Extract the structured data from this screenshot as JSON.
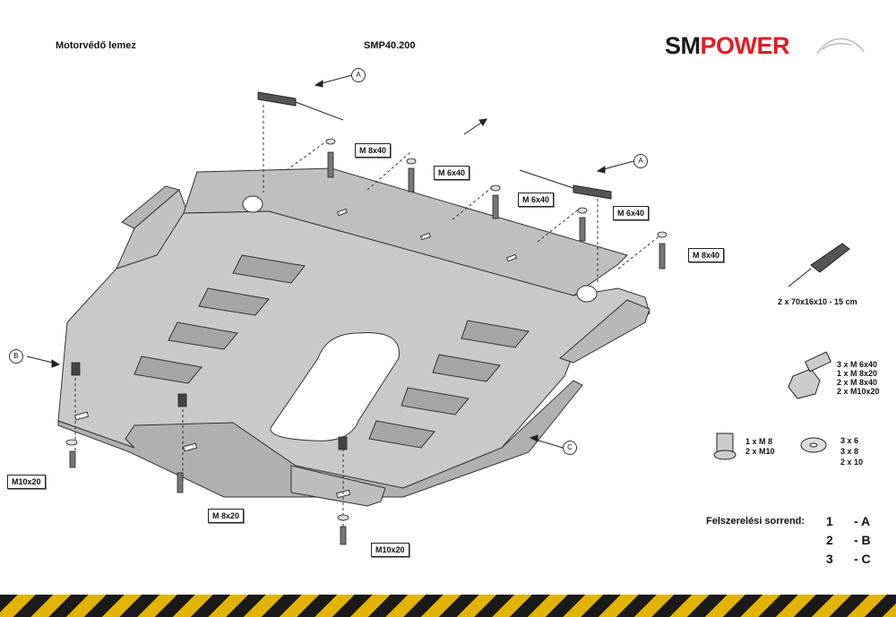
{
  "header": {
    "title": "Motorvédő lemez",
    "code": "SMP40.200"
  },
  "logo": {
    "sm": "SM",
    "power": "POWER",
    "brand_color": "#e31b23"
  },
  "callouts": {
    "A1": "A",
    "A2": "A",
    "B": "B",
    "C": "C"
  },
  "bolt_labels": {
    "m8x40_top": "M 8x40",
    "m6x40_a": "M 6x40",
    "m6x40_b": "M 6x40",
    "m6x40_c": "M 6x40",
    "m8x40_right": "M 8x40",
    "m10x20_left": "M10x20",
    "m8x20": "M 8x20",
    "m10x20_bottom": "M10x20"
  },
  "parts": {
    "bracket": "2 x 70x16x10 - 15 cm",
    "bolts": [
      "3 x  M  6x40",
      "1 x  M  8x20",
      "2 x  M  8x40",
      "2 x  M10x20"
    ],
    "nuts": [
      "1 x M  8",
      "2 x M10"
    ],
    "washers": [
      "3    x    6",
      "3    x    8",
      "2    x   10"
    ]
  },
  "order": {
    "title": "Felszerelési sorrend:",
    "steps": [
      {
        "num": "1",
        "label": "- A"
      },
      {
        "num": "2",
        "label": "- B"
      },
      {
        "num": "3",
        "label": "- C"
      }
    ]
  },
  "colors": {
    "plate": "#c9c9c9",
    "plate_dark": "#a9a9a9",
    "stripe_yellow": "#e2b400",
    "stripe_black": "#1a1a1a"
  }
}
